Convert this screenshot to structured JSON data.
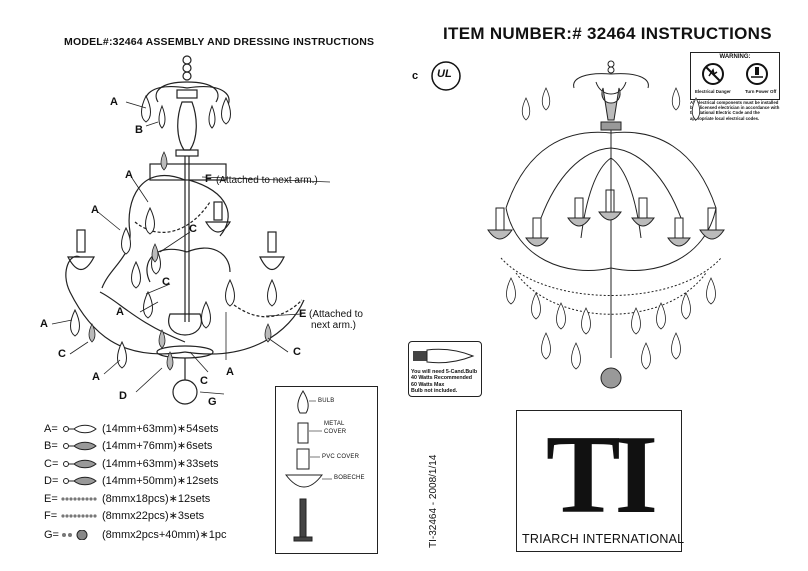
{
  "left_page": {
    "title": "MODEL#:32464 ASSEMBLY AND DRESSING INSTRUCTIONS",
    "callouts": {
      "a": "A",
      "b": "B",
      "c": "C",
      "d": "D",
      "e": "E",
      "f": "F",
      "g": "G"
    },
    "attached_f": "(Attached to next arm.)",
    "attached_e_line1": "(Attached to",
    "attached_e_line2": "next arm.)",
    "legend": [
      {
        "letter": "A=",
        "spec": "(14mm+63mm)∗54sets"
      },
      {
        "letter": "B=",
        "spec": "(14mm+76mm)∗6sets"
      },
      {
        "letter": "C=",
        "spec": "(14mm+63mm)∗33sets"
      },
      {
        "letter": "D=",
        "spec": "(14mm+50mm)∗12sets"
      },
      {
        "letter": "E=",
        "spec": "(8mmx18pcs)∗12sets"
      },
      {
        "letter": "F=",
        "spec": "(8mmx22pcs)∗3sets"
      },
      {
        "letter": "G=",
        "spec": "(8mmx2pcs+40mm)∗1pc"
      }
    ],
    "parts": {
      "bulb": "BULB",
      "metal_cover_1": "METAL",
      "metal_cover_2": "COVER",
      "pvc_cover": "PVC COVER",
      "bobeche": "BOBECHE"
    }
  },
  "right_page": {
    "title": "ITEM NUMBER:# 32464  INSTRUCTIONS",
    "cert": {
      "c": "c",
      "ul": "UL"
    },
    "warning": {
      "title": "WARNING:",
      "icon1_label": "Electrical Danger",
      "icon2_label": "Turn Power Off",
      "text": "All electrical components must be installed by a licensed electrician in accordance with the National Electric Code and the appropriate local electrical codes."
    },
    "bulb_note": {
      "line1": "You will need 5-Cand.Bulb",
      "line2": "40 Watts Recommended",
      "line3": "60 Watts Max",
      "line4": "Bulb not included."
    },
    "logo": {
      "mark": "TI",
      "caption": "TRIARCH INTERNATIONAL"
    },
    "vertical_code": "TI-32464 - 2008/1/14"
  }
}
